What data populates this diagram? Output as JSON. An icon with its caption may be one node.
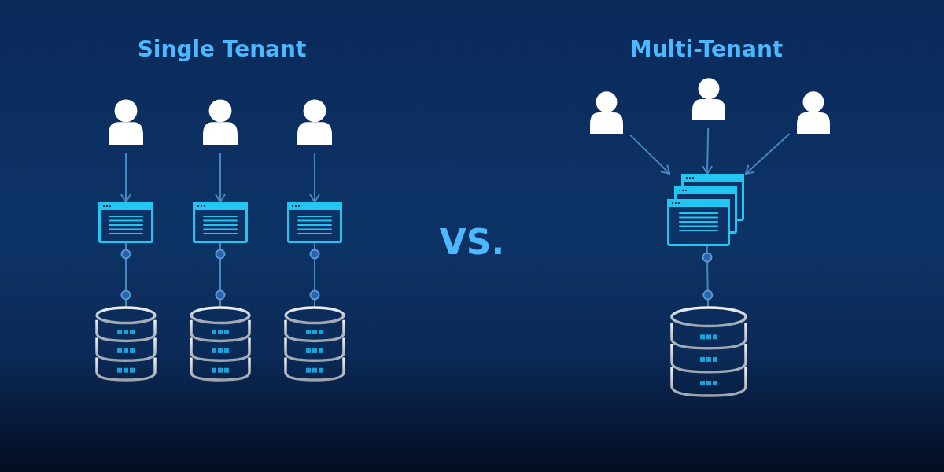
{
  "diagram": {
    "nodes": [
      {
        "text": [],
        "shape": "person"
      },
      {
        "text": [],
        "shape": "person"
      },
      {
        "text": [],
        "shape": "person"
      },
      {
        "text": [],
        "shape": "window"
      },
      {
        "text": [],
        "shape": "window"
      },
      {
        "text": [],
        "shape": "window"
      },
      {
        "text": [],
        "shape": "cylinder"
      },
      {
        "text": [],
        "shape": "cylinder"
      },
      {
        "text": [],
        "shape": "cylinder"
      },
      {
        "text": [],
        "shape": "person"
      },
      {
        "text": [],
        "shape": "person"
      },
      {
        "text": [],
        "shape": "person"
      },
      {
        "text": [],
        "shape": "windows"
      },
      {
        "text": [],
        "shape": "cylinder"
      }
    ],
    "edges": [
      {
        "from": 0,
        "to": 3,
        "arrow": "to"
      },
      {
        "from": 1,
        "to": 4,
        "arrow": "to"
      },
      {
        "from": 2,
        "to": 5,
        "arrow": "to"
      },
      {
        "from": 3,
        "to": 6,
        "arrow": "other"
      },
      {
        "from": 4,
        "to": 7,
        "arrow": "other"
      },
      {
        "from": 5,
        "to": 8,
        "arrow": "other"
      },
      {
        "from": 9,
        "to": 12,
        "arrow": "to"
      },
      {
        "from": 10,
        "to": 12,
        "arrow": "to"
      },
      {
        "from": 11,
        "to": 12,
        "arrow": "to"
      },
      {
        "from": 12,
        "to": 13,
        "arrow": "other"
      }
    ],
    "labels": [
      "Single Tenant",
      "Multi-Tenant",
      "VS."
    ]
  }
}
